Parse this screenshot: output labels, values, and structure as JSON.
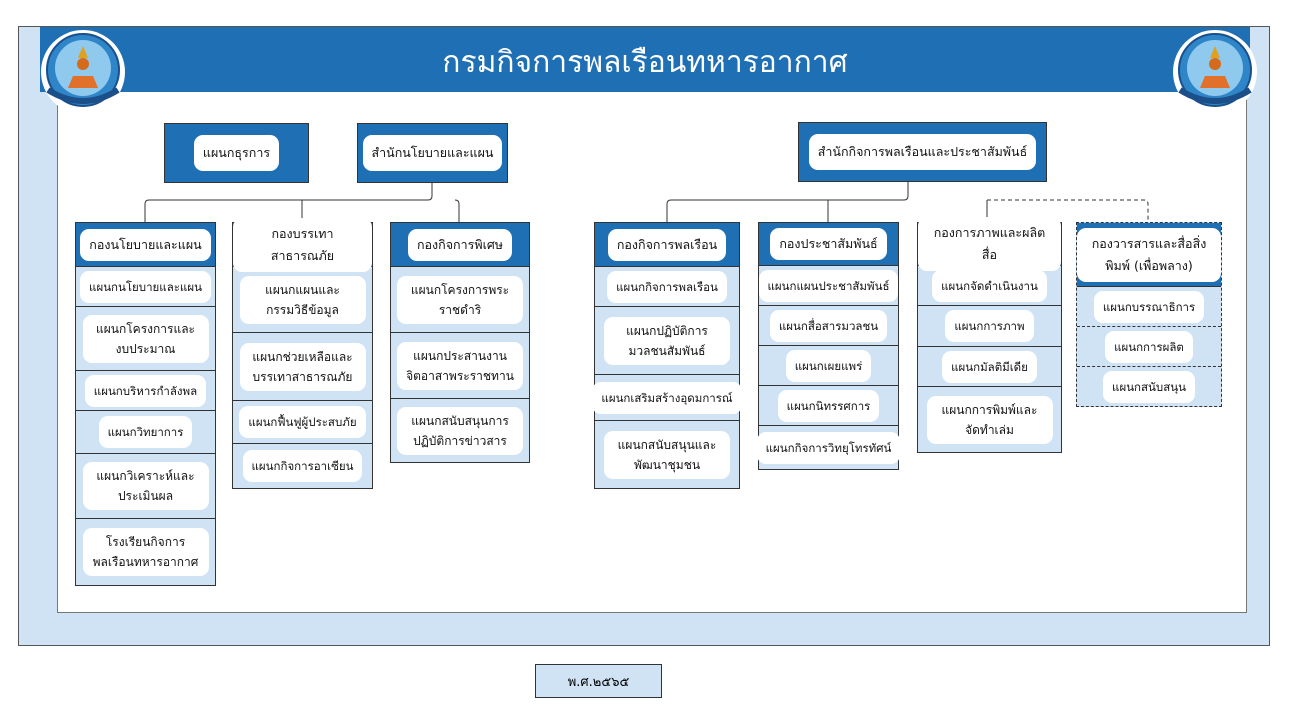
{
  "title": "กรมกิจการพลเรือนทหารอากาศ",
  "top_units": [
    {
      "label": "แผนกธุรการ"
    },
    {
      "label": "สำนักนโยบายและแผน"
    },
    {
      "label": "สำนักกิจการพลเรือนและประชาสัมพันธ์"
    }
  ],
  "divisions": [
    {
      "label": "กองนโยบายและแผน",
      "sections": [
        "แผนกนโยบายและแผน",
        "แผนกโครงการและงบประมาณ",
        "แผนกบริหารกำลังพล",
        "แผนกวิทยาการ",
        "แผนกวิเคราะห์และประเมินผล",
        "โรงเรียนกิจการพลเรือนทหารอากาศ"
      ]
    },
    {
      "label": "กองบรรเทาสาธารณภัย",
      "sections": [
        "แผนกแผนและกรรมวิธีข้อมูล",
        "แผนกช่วยเหลือและบรรเทาสาธารณภัย",
        "แผนกฟื้นฟูผู้ประสบภัย",
        "แผนกกิจการอาเซียน"
      ]
    },
    {
      "label": "กองกิจการพิเศษ",
      "sections": [
        "แผนกโครงการพระราชดำริ",
        "แผนกประสานงานจิตอาสาพระราชทาน",
        "แผนกสนับสนุนการปฏิบัติการข่าวสาร"
      ]
    },
    {
      "label": "กองกิจการพลเรือน",
      "sections": [
        "แผนกกิจการพลเรือน",
        "แผนกปฏิบัติการมวลชนสัมพันธ์",
        "แผนกเสริมสร้างอุดมการณ์",
        "แผนกสนับสนุนและพัฒนาชุมชน"
      ]
    },
    {
      "label": "กองประชาสัมพันธ์",
      "sections": [
        "แผนกแผนประชาสัมพันธ์",
        "แผนกสื่อสารมวลชน",
        "แผนกเผยแพร่",
        "แผนกนิทรรศการ",
        "แผนกกิจการวิทยุโทรทัศน์"
      ]
    },
    {
      "label": "กองการภาพและผลิตสื่อ",
      "sections": [
        "แผนกจัดดำเนินงาน",
        "แผนกการภาพ",
        "แผนกมัลติมีเดีย",
        "แผนกการพิมพ์และจัดทำเล่ม"
      ]
    },
    {
      "label": "กองวารสารและสื่อสิ่งพิมพ์ (เพื่อพลาง)",
      "sections": [
        "แผนกบรรณาธิการ",
        "แผนกการผลิต",
        "แผนกสนับสนุน"
      ]
    }
  ],
  "footer": "พ.ศ.๒๕๖๕",
  "colors": {
    "primary": "#1f6fb4",
    "light": "#cfe3f5"
  }
}
